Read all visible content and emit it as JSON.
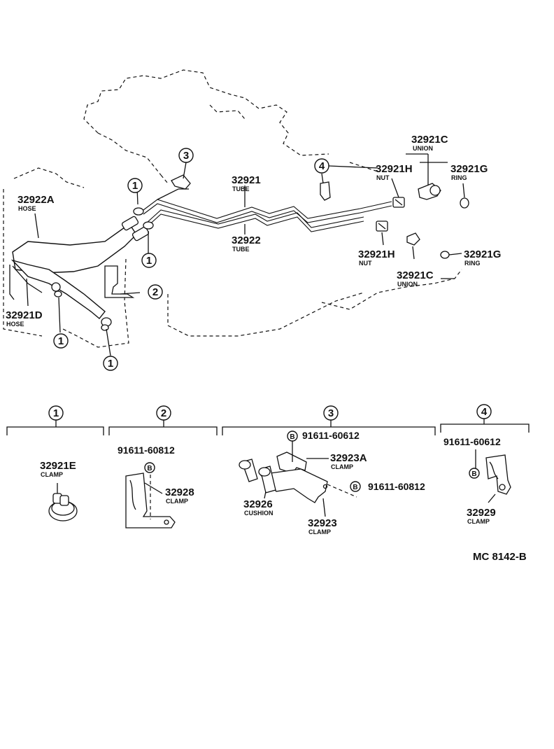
{
  "labels": {
    "p_32921c_top": {
      "number": "32921C",
      "desc": "UNION"
    },
    "p_32921h_top": {
      "number": "32921H",
      "desc": "NUT"
    },
    "p_32921g_top": {
      "number": "32921G",
      "desc": "RING"
    },
    "p_32921_tube": {
      "number": "32921",
      "desc": "TUBE"
    },
    "p_32922_tube": {
      "number": "32922",
      "desc": "TUBE"
    },
    "p_32922a_hose": {
      "number": "32922A",
      "desc": "HOSE"
    },
    "p_32921d_hose": {
      "number": "32921D",
      "desc": "HOSE"
    },
    "p_32921h_bot": {
      "number": "32921H",
      "desc": "NUT"
    },
    "p_32921g_bot": {
      "number": "32921G",
      "desc": "RING"
    },
    "p_32921c_bot": {
      "number": "32921C",
      "desc": "UNION"
    },
    "p_32921e": {
      "number": "32921E",
      "desc": "CLAMP"
    },
    "p_32928": {
      "number": "32928",
      "desc": "CLAMP"
    },
    "p_32923a": {
      "number": "32923A",
      "desc": "CLAMP"
    },
    "p_32926": {
      "number": "32926",
      "desc": "CUSHION"
    },
    "p_32923": {
      "number": "32923",
      "desc": "CLAMP"
    },
    "p_32929": {
      "number": "32929",
      "desc": "CLAMP"
    }
  },
  "callouts": {
    "c1_a": "1",
    "c1_b": "1",
    "c1_c": "1",
    "c1_d": "1",
    "c2": "2",
    "c3": "3",
    "c4": "4"
  },
  "sections": {
    "s1": "1",
    "s2": "2",
    "s3": "3",
    "s4": "4"
  },
  "bolts": {
    "b_mark": "B",
    "s2_bolt": "91611-60812",
    "s3_bolt_top": "91611-60612",
    "s3_bolt_right": "91611-60812",
    "s4_bolt": "91611-60612"
  },
  "diagram_ref": "MC  8142-B"
}
